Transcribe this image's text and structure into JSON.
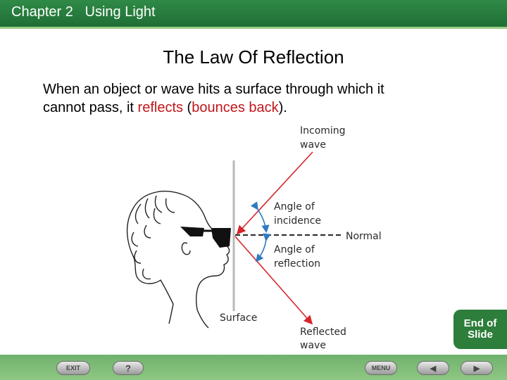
{
  "header": {
    "chapter": "Chapter 2",
    "title": "Using Light"
  },
  "slide": {
    "title": "The Law Of Reflection",
    "body": {
      "line1": "When an object or wave hits a surface through which it",
      "line2_a": "cannot pass, it ",
      "line2_reflects": "reflects",
      "line2_b": " (",
      "line2_bounces": "bounces back",
      "line2_c": ")."
    }
  },
  "diagram": {
    "incoming_1": "Incoming",
    "incoming_2": "wave",
    "incidence_1": "Angle of",
    "incidence_2": "incidence",
    "normal": "Normal",
    "reflection_1": "Angle of",
    "reflection_2": "reflection",
    "surface": "Surface",
    "reflected_1": "Reflected",
    "reflected_2": "wave"
  },
  "nav": {
    "end_1": "End of",
    "end_2": "Slide",
    "exit": "EXIT",
    "help": "?",
    "menu": "MENU",
    "prev": "◀",
    "next": "▶"
  },
  "colors": {
    "header_green": "#2f8a47",
    "ray_red": "#d6262b",
    "arc_blue": "#2e7bbf",
    "text_red": "#c0171c"
  }
}
